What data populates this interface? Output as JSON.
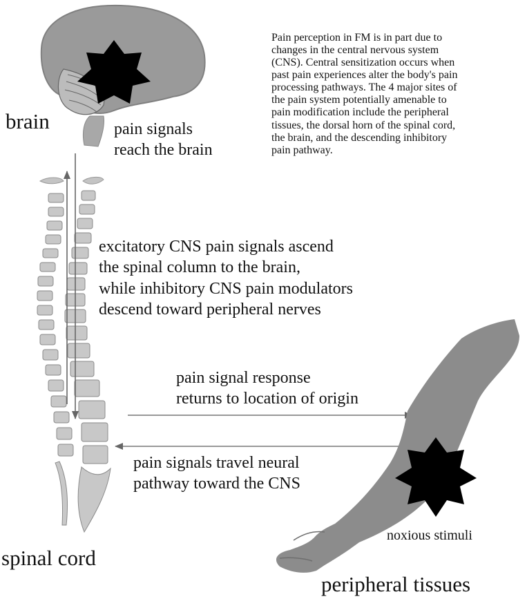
{
  "labels": {
    "brain": "brain",
    "spinal_cord": "spinal cord",
    "peripheral_tissues": "peripheral tissues",
    "noxious_stimuli": "noxious stimuli"
  },
  "captions": {
    "signals_reach_brain": "pain signals\nreach the brain",
    "spinal_column": "excitatory CNS pain signals ascend\nthe spinal column to the brain,\nwhile inhibitory CNS  pain modulators\ndescend toward peripheral nerves",
    "response_returns": "pain signal response\nreturns to location of origin",
    "signals_travel": "pain signals travel neural\npathway toward the CNS"
  },
  "description": "Pain perception in FM is in part due to\nchanges in the central nervous system\n(CNS). Central sensitization occurs when\npast pain experiences alter the body's pain\nprocessing pathways. The 4 major sites of\nthe pain system potentially amenable to\npain modification include the peripheral\ntissues, the dorsal horn of the spinal cord,\nthe brain, and the descending inhibitory\npain pathway.",
  "colors": {
    "tissue_gray": "#8c8c8c",
    "bone_gray": "#b5b5b5",
    "star_black": "#000000",
    "arrow_gray": "#777777"
  }
}
